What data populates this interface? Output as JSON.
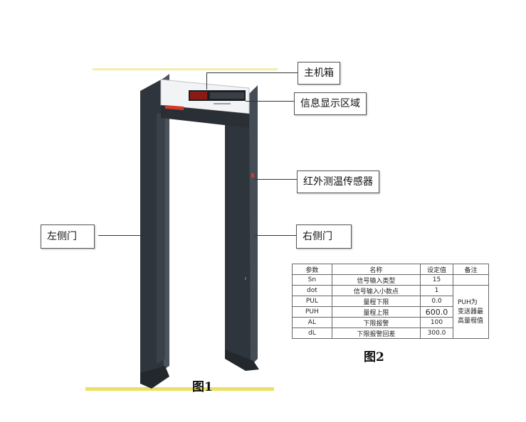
{
  "labels": {
    "main_box": "主机箱",
    "display_area": "信息显示区域",
    "ir_sensor": "红外测温传感器",
    "left_door": "左侧门",
    "right_door": "右侧门"
  },
  "figure1_caption": "图1",
  "figure2_caption": "图2",
  "table": {
    "headers": [
      "参数",
      "名称",
      "设定值",
      "备注"
    ],
    "rows": [
      [
        "Sn",
        "信号输入类型",
        "15"
      ],
      [
        "dot",
        "信号输入小数点",
        "1"
      ],
      [
        "PUL",
        "量程下限",
        "0.0"
      ],
      [
        "PUH",
        "量程上限",
        "600.0"
      ],
      [
        "AL",
        "下限报警",
        "100"
      ],
      [
        "dL",
        "下限报警回差",
        "300.0"
      ]
    ],
    "note": "PUH为变送器最高量程值"
  },
  "colors": {
    "frame": "#2f353c",
    "box": "#f2f3f5",
    "accent_red": "#d23a2a",
    "floor": "#ece060"
  }
}
